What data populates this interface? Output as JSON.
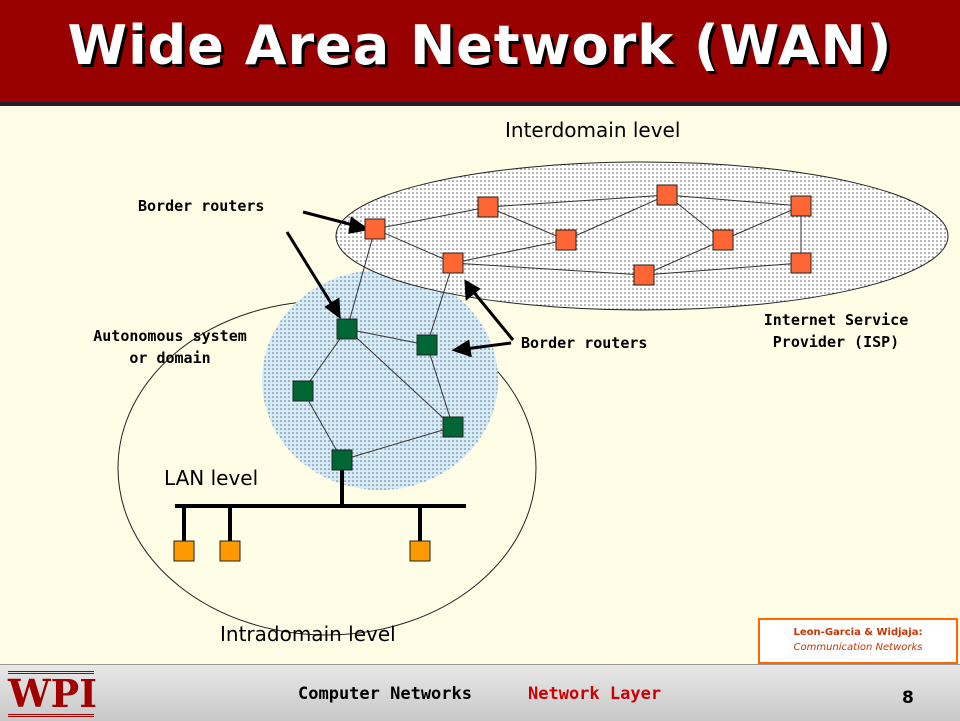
{
  "slide": {
    "title": "Wide Area Network (WAN)",
    "page_number": "8"
  },
  "labels": {
    "interdomain": "Interdomain level",
    "border_routers_top": "Border routers",
    "border_routers_mid": "Border routers",
    "as_line1": "Autonomous system",
    "as_line2": "or domain",
    "isp_line1": "Internet Service",
    "isp_line2": "Provider (ISP)",
    "lan": "LAN level",
    "intradomain": "Intradomain level"
  },
  "credit": {
    "line1": "Leon-Garcia & Widjaja:",
    "line2": "Communication Networks"
  },
  "footer": {
    "logo": "WPI",
    "course": "Computer Networks",
    "topic": "Network Layer"
  },
  "colors": {
    "header": "#990000",
    "isp_router": "#ff6633",
    "as_router": "#006633",
    "lan_host": "#ff9900",
    "topic_text": "#cc0000"
  }
}
